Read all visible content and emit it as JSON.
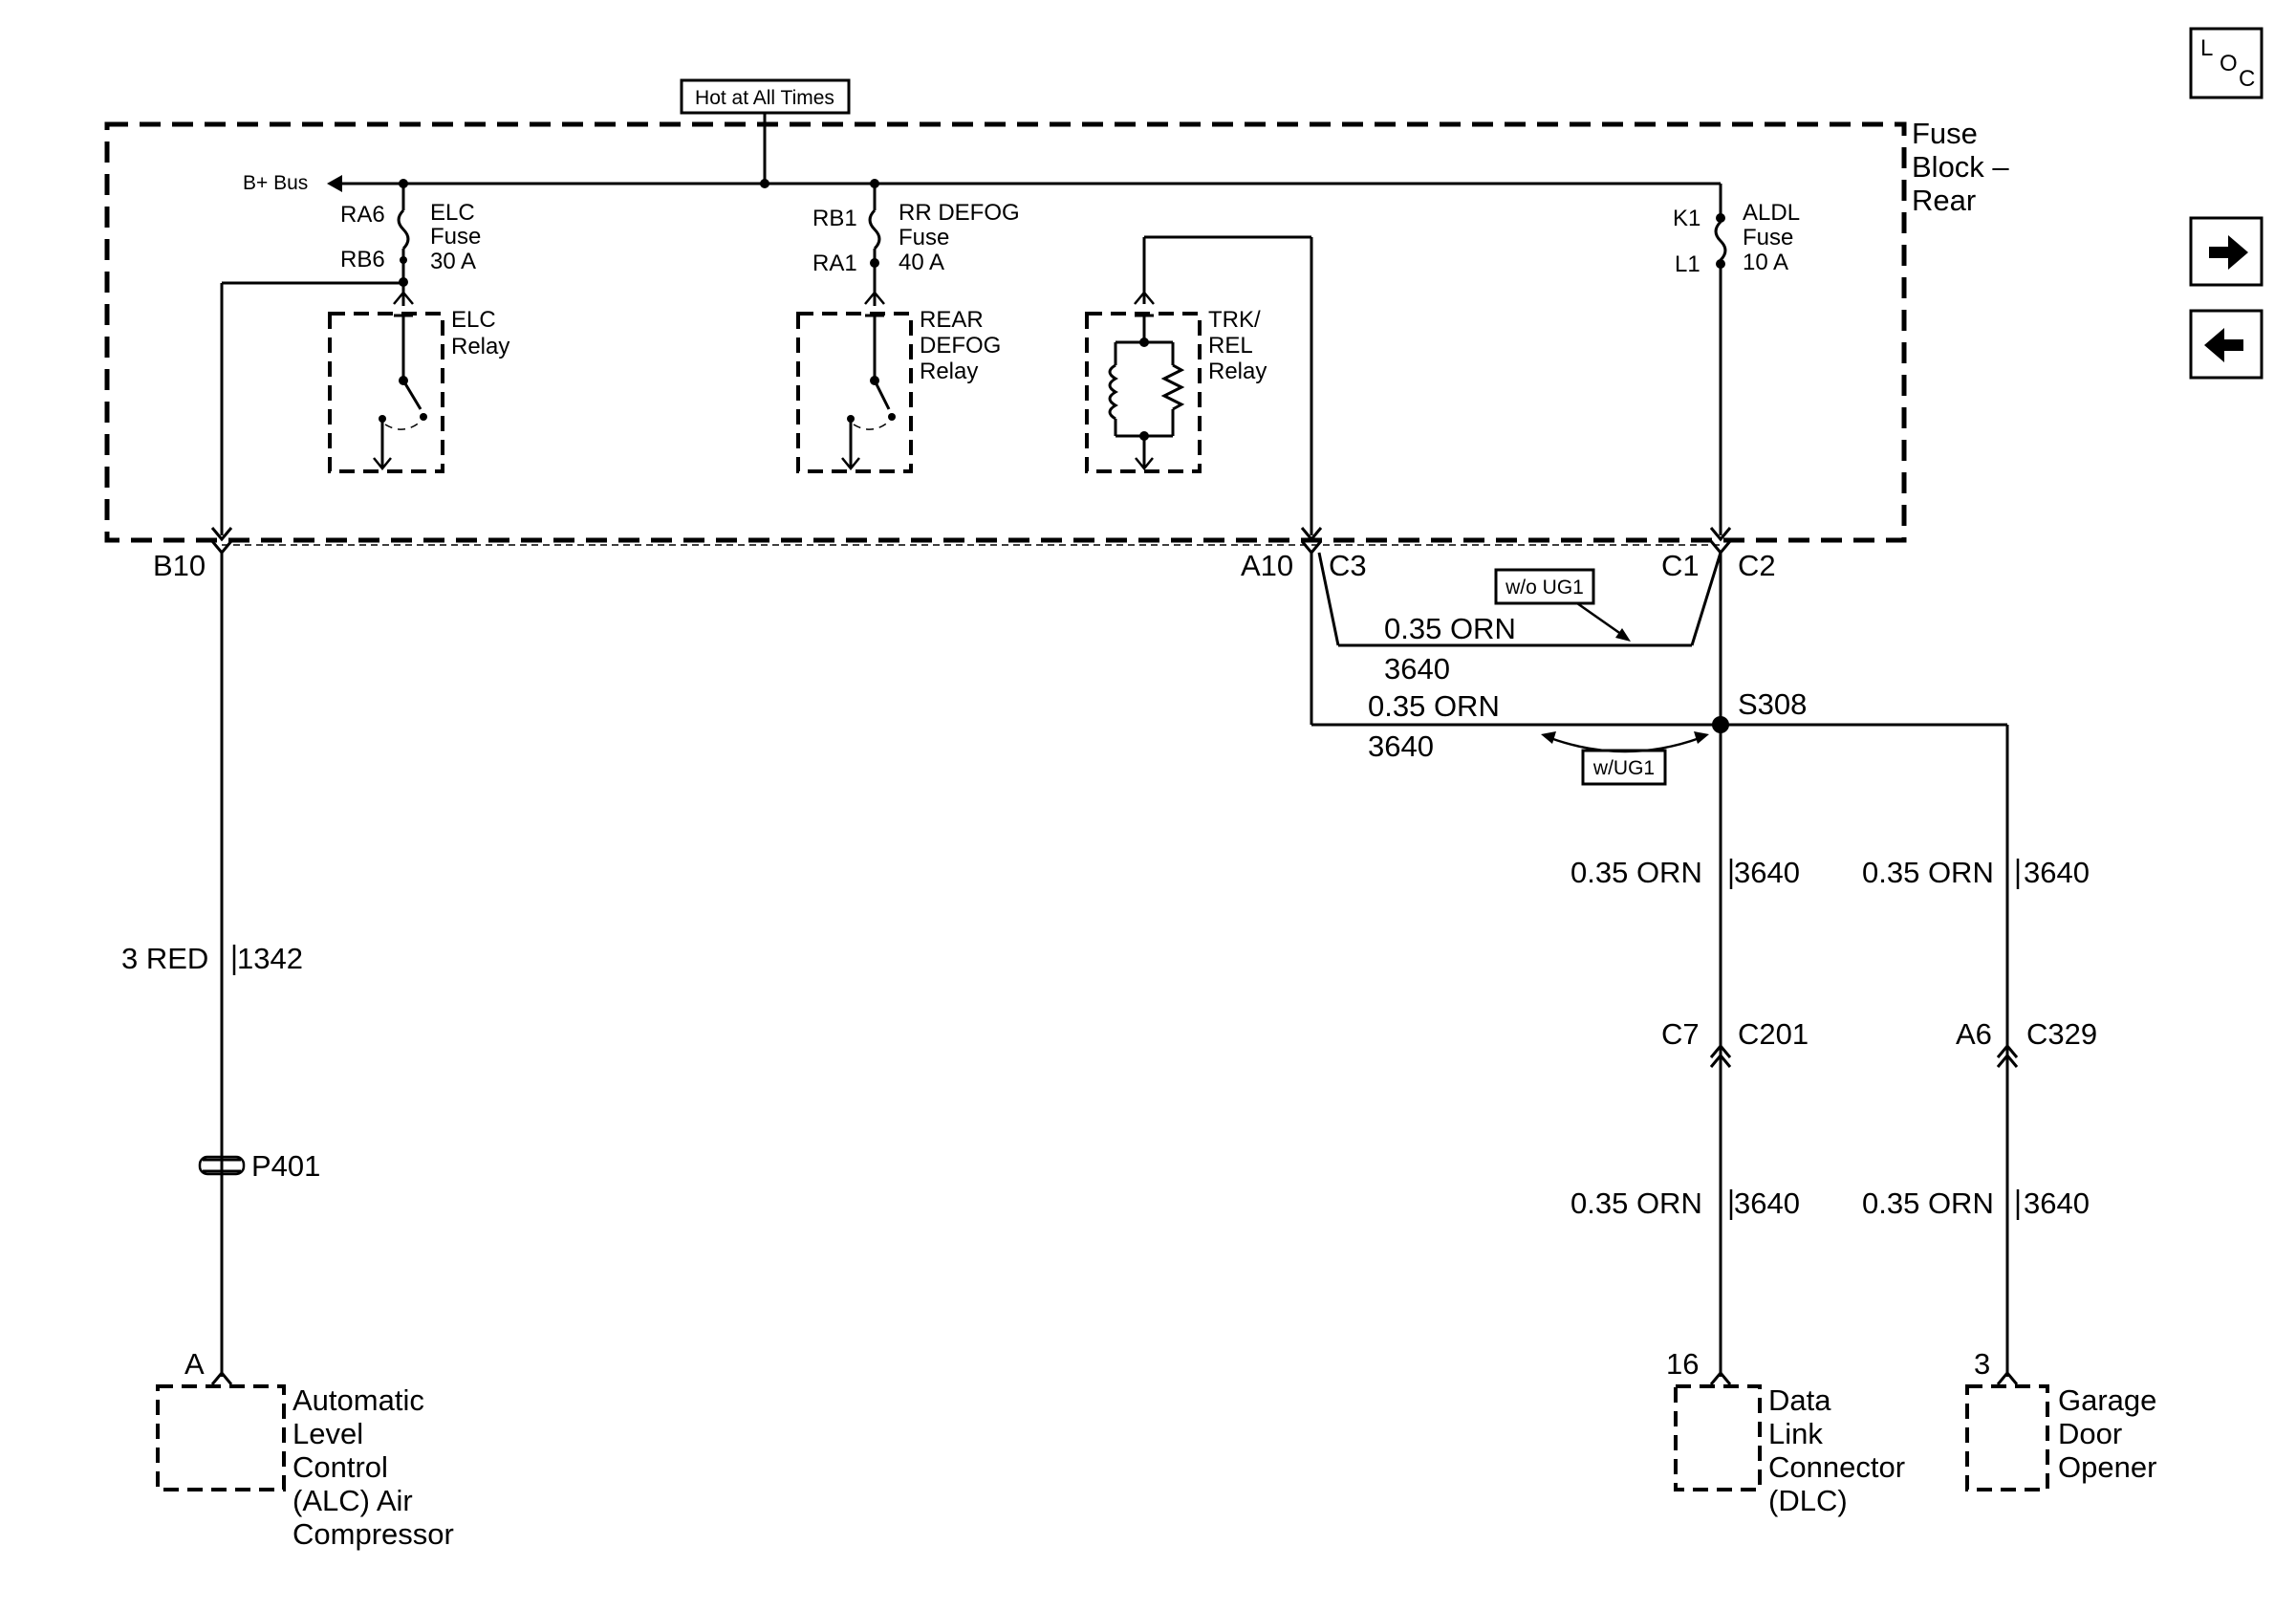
{
  "hot_label": "Hot at All Times",
  "fuse_block": {
    "line1": "Fuse",
    "line2": "Block –",
    "line3": "Rear"
  },
  "b_bus": "B+ Bus",
  "elc": {
    "pin_top": "RA6",
    "pin_bot": "RB6",
    "name": "ELC",
    "fuse": "Fuse",
    "rating": "30 A",
    "relay1": "ELC",
    "relay2": "Relay"
  },
  "rrdefog": {
    "pin_top": "RB1",
    "pin_bot": "RA1",
    "name": "RR DEFOG",
    "fuse": "Fuse",
    "rating": "40 A",
    "relay1": "REAR",
    "relay2": "DEFOG",
    "relay3": "Relay"
  },
  "trk": {
    "relay1": "TRK/",
    "relay2": "REL",
    "relay3": "Relay"
  },
  "aldl": {
    "pin_top": "K1",
    "pin_bot": "L1",
    "name": "ALDL",
    "fuse": "Fuse",
    "rating": "10 A"
  },
  "conn": {
    "b10": "B10",
    "a10": "A10",
    "c3": "C3",
    "c1": "C1",
    "c2": "C2"
  },
  "wo_ug1": "w/o UG1",
  "w_ug1": "w/UG1",
  "wire_orn": "0.35 ORN",
  "circuit_orn": "3640",
  "wire_red": "3 RED",
  "circuit_red": "1342",
  "splice": "S308",
  "p401": "P401",
  "c7": "C7",
  "c201": "C201",
  "a6": "A6",
  "c329": "C329",
  "alc": {
    "pin": "A",
    "l1": "Automatic",
    "l2": "Level",
    "l3": "Control",
    "l4": "(ALC) Air",
    "l5": "Compressor"
  },
  "dlc": {
    "pin": "16",
    "l1": "Data",
    "l2": "Link",
    "l3": "Connector",
    "l4": "(DLC)"
  },
  "gdo": {
    "pin": "3",
    "l1": "Garage",
    "l2": "Door",
    "l3": "Opener"
  },
  "loc": {
    "l": "L",
    "o": "O",
    "c": "C"
  },
  "icons": {
    "forward": "arrow-right-icon",
    "back": "arrow-left-icon",
    "locator": "locator-icon"
  }
}
